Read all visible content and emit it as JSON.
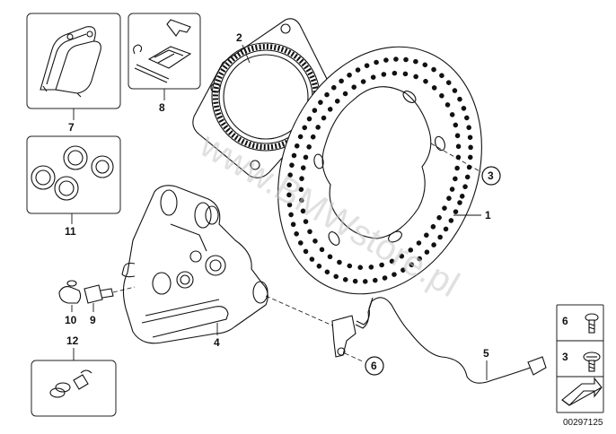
{
  "diagram": {
    "labels": {
      "p1": "1",
      "p2": "2",
      "p3": "3",
      "p4": "4",
      "p5": "5",
      "p6": "6",
      "p7": "7",
      "p8": "8",
      "p9": "9",
      "p10": "10",
      "p11": "11",
      "p12": "12",
      "legend_6": "6",
      "legend_3": "3"
    },
    "watermark": "www.BMWstore.pl",
    "reference_number": "00297125"
  }
}
